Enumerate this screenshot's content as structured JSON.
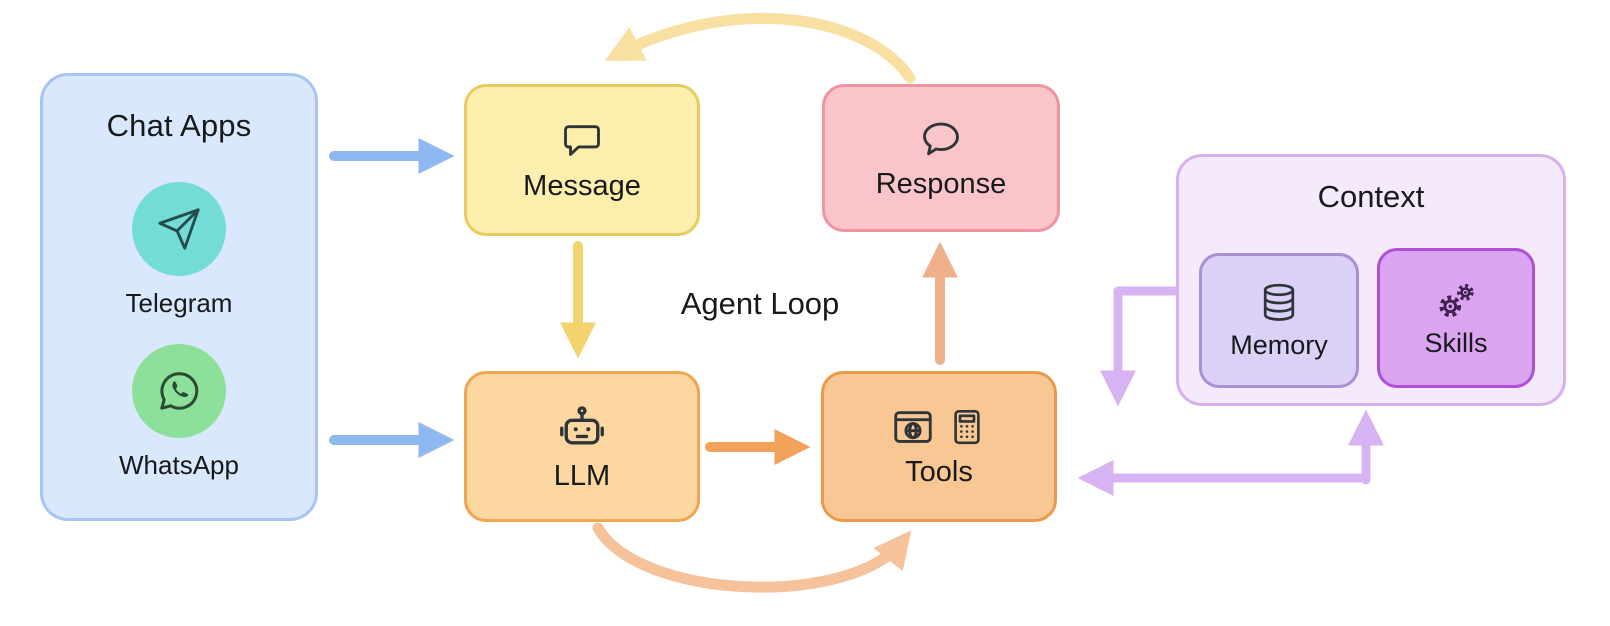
{
  "diagram": {
    "agent_loop_label": "Agent Loop",
    "chat_apps": {
      "title": "Chat Apps",
      "apps": [
        {
          "label": "Telegram",
          "icon": "telegram-icon",
          "circle_color": "#74dcd6"
        },
        {
          "label": "WhatsApp",
          "icon": "whatsapp-icon",
          "circle_color": "#8ce09a"
        }
      ]
    },
    "nodes": {
      "message": {
        "label": "Message",
        "icon": "message-bubble-icon",
        "fill": "#fceead",
        "border": "#e7cc60"
      },
      "response": {
        "label": "Response",
        "icon": "response-bubble-icon",
        "fill": "#f9c5cb",
        "border": "#ee94a1"
      },
      "llm": {
        "label": "LLM",
        "icon": "robot-icon",
        "fill": "#fcd7a1",
        "border": "#efa64f"
      },
      "tools": {
        "label": "Tools",
        "icon": "browser-and-calculator-icons",
        "fill": "#f8c794",
        "border": "#ea9a4c"
      }
    },
    "context": {
      "title": "Context",
      "fill": "#f5eafb",
      "border": "#d8b0ea",
      "items": [
        {
          "label": "Memory",
          "icon": "database-icon",
          "fill": "#dbd0f5",
          "border": "#a88fd7"
        },
        {
          "label": "Skills",
          "icon": "gears-icon",
          "fill": "#dba4f0",
          "border": "#ad50d5"
        }
      ]
    },
    "arrow_colors": {
      "blue": "#8db8f0",
      "yellow": "#f2d36e",
      "yellow_light": "#f8dfa2",
      "orange": "#f2a15b",
      "orange_light": "#f5c29a",
      "salmon": "#f0af8b",
      "purple": "#d8b3f3"
    }
  }
}
